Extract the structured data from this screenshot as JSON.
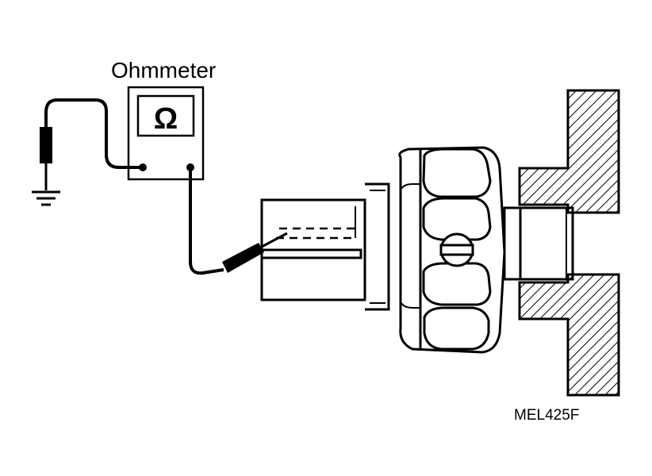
{
  "figure": {
    "meter_label": "Ohmmeter",
    "meter_symbol": "Ω",
    "figure_code": "MEL425F"
  },
  "colors": {
    "ink": "#000000",
    "paper": "#ffffff"
  },
  "icons": [
    "ground-symbol",
    "probe",
    "ohm-symbol",
    "hatched-wall"
  ]
}
